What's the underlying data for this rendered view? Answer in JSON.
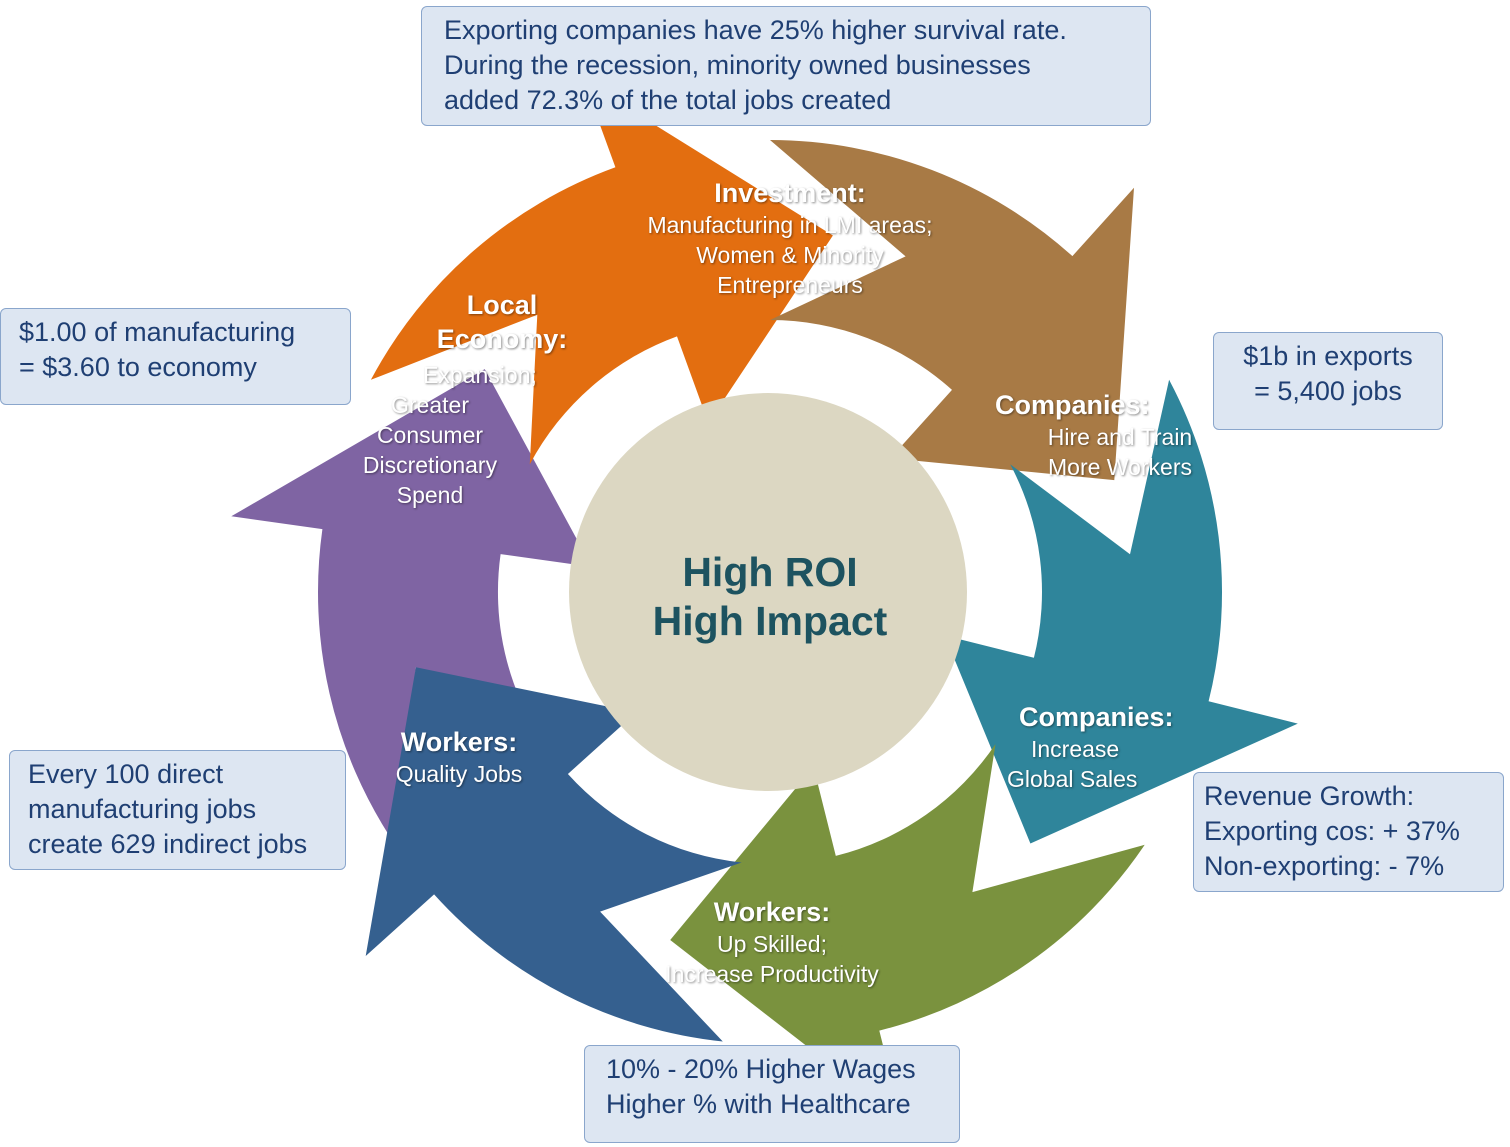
{
  "center": {
    "lines": [
      "High ROI",
      "High Impact"
    ],
    "color": "#dcd7c2",
    "text_color": "#1d5360"
  },
  "segments": [
    {
      "id": "investment",
      "title": "Investment:",
      "body": [
        "Manufacturing in LMI areas;",
        "Women & Minority",
        "Entrepreneurs"
      ],
      "color": "#7f64a3"
    },
    {
      "id": "companies-hire",
      "title": "Companies:",
      "body": [
        "Hire and Train",
        "More Workers"
      ],
      "color": "#e36e10"
    },
    {
      "id": "companies-sales",
      "title": "Companies:",
      "body": [
        "Increase",
        "Global Sales"
      ],
      "color": "#a87a45"
    },
    {
      "id": "workers-upskilled",
      "title": "Workers:",
      "body": [
        "Up Skilled;",
        "Increase Productivity"
      ],
      "color": "#2f859b"
    },
    {
      "id": "workers-quality",
      "title": "Workers:",
      "body": [
        "Quality Jobs"
      ],
      "color": "#7a923e"
    },
    {
      "id": "local-economy",
      "title_lines": [
        "Local",
        "Economy:"
      ],
      "body": [
        "Expansion;",
        "Greater",
        "Consumer",
        "Discretionary",
        "Spend"
      ],
      "color": "#35608f"
    }
  ],
  "callouts": {
    "survival": [
      "Exporting companies have 25% higher survival rate.",
      "During the recession, minority owned businesses",
      "added 72.3% of the total jobs created"
    ],
    "manufacturing": [
      "$1.00 of manufacturing",
      "= $3.60 to economy"
    ],
    "exports": [
      "$1b in exports",
      "= 5,400 jobs"
    ],
    "revenue": [
      "Revenue Growth:",
      "Exporting cos: + 37%",
      "Non-exporting: - 7%"
    ],
    "indirect": [
      "Every 100 direct",
      "manufacturing jobs",
      "create 629 indirect jobs"
    ],
    "wages": [
      "10% - 20% Higher Wages",
      "Higher % with Healthcare"
    ]
  }
}
